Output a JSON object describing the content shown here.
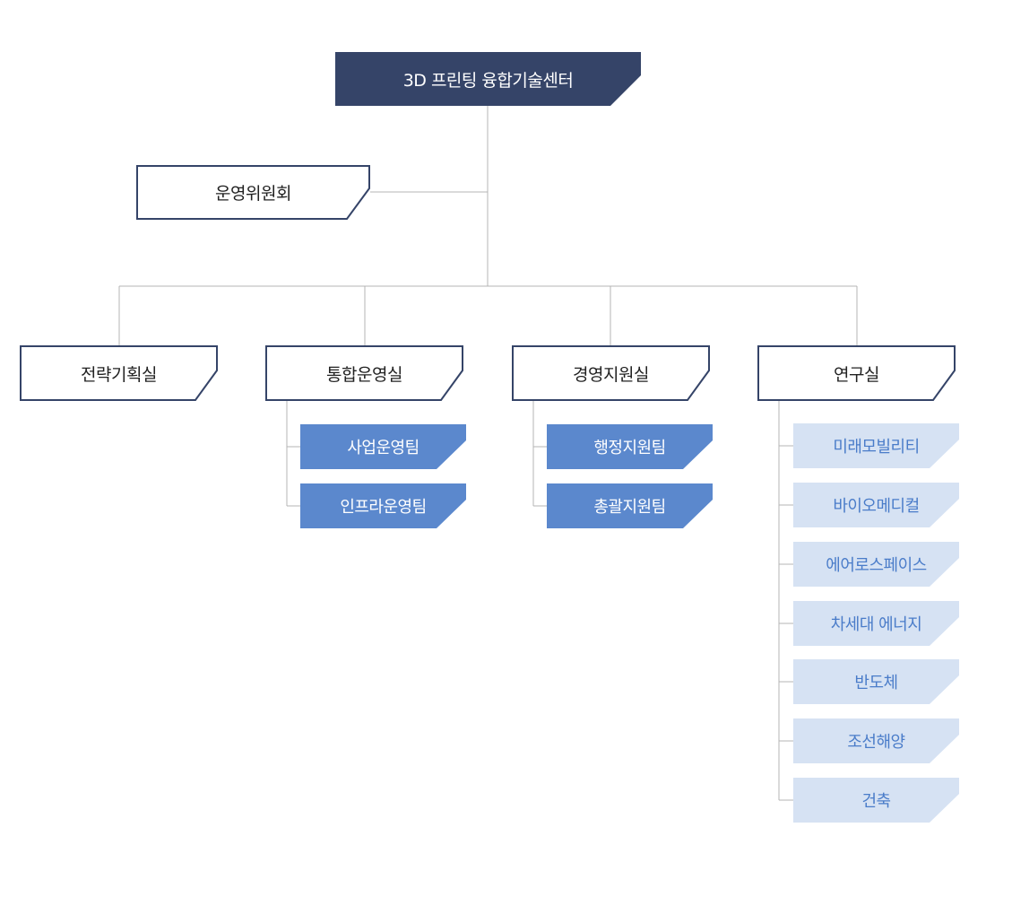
{
  "root": {
    "label": "3D 프린팅 융합기술센터"
  },
  "committee": {
    "label": "운영위원회"
  },
  "departments": [
    {
      "label": "전략기획실",
      "teams": []
    },
    {
      "label": "통합운영실",
      "teams": [
        "사업운영팀",
        "인프라운영팀"
      ]
    },
    {
      "label": "경영지원실",
      "teams": [
        "행정지원팀",
        "총괄지원팀"
      ]
    },
    {
      "label": "연구실",
      "teams": [
        "미래모빌리티",
        "바이오메디컬",
        "에어로스페이스",
        "차세대 에너지",
        "반도체",
        "조선해양",
        "건축"
      ]
    }
  ],
  "colors": {
    "root_fill": "#354468",
    "box_border": "#354468",
    "team_fill": "#5b88cd",
    "research_fill": "#d6e2f3",
    "research_text": "#4a7cc9",
    "line": "#b4b4b4"
  }
}
